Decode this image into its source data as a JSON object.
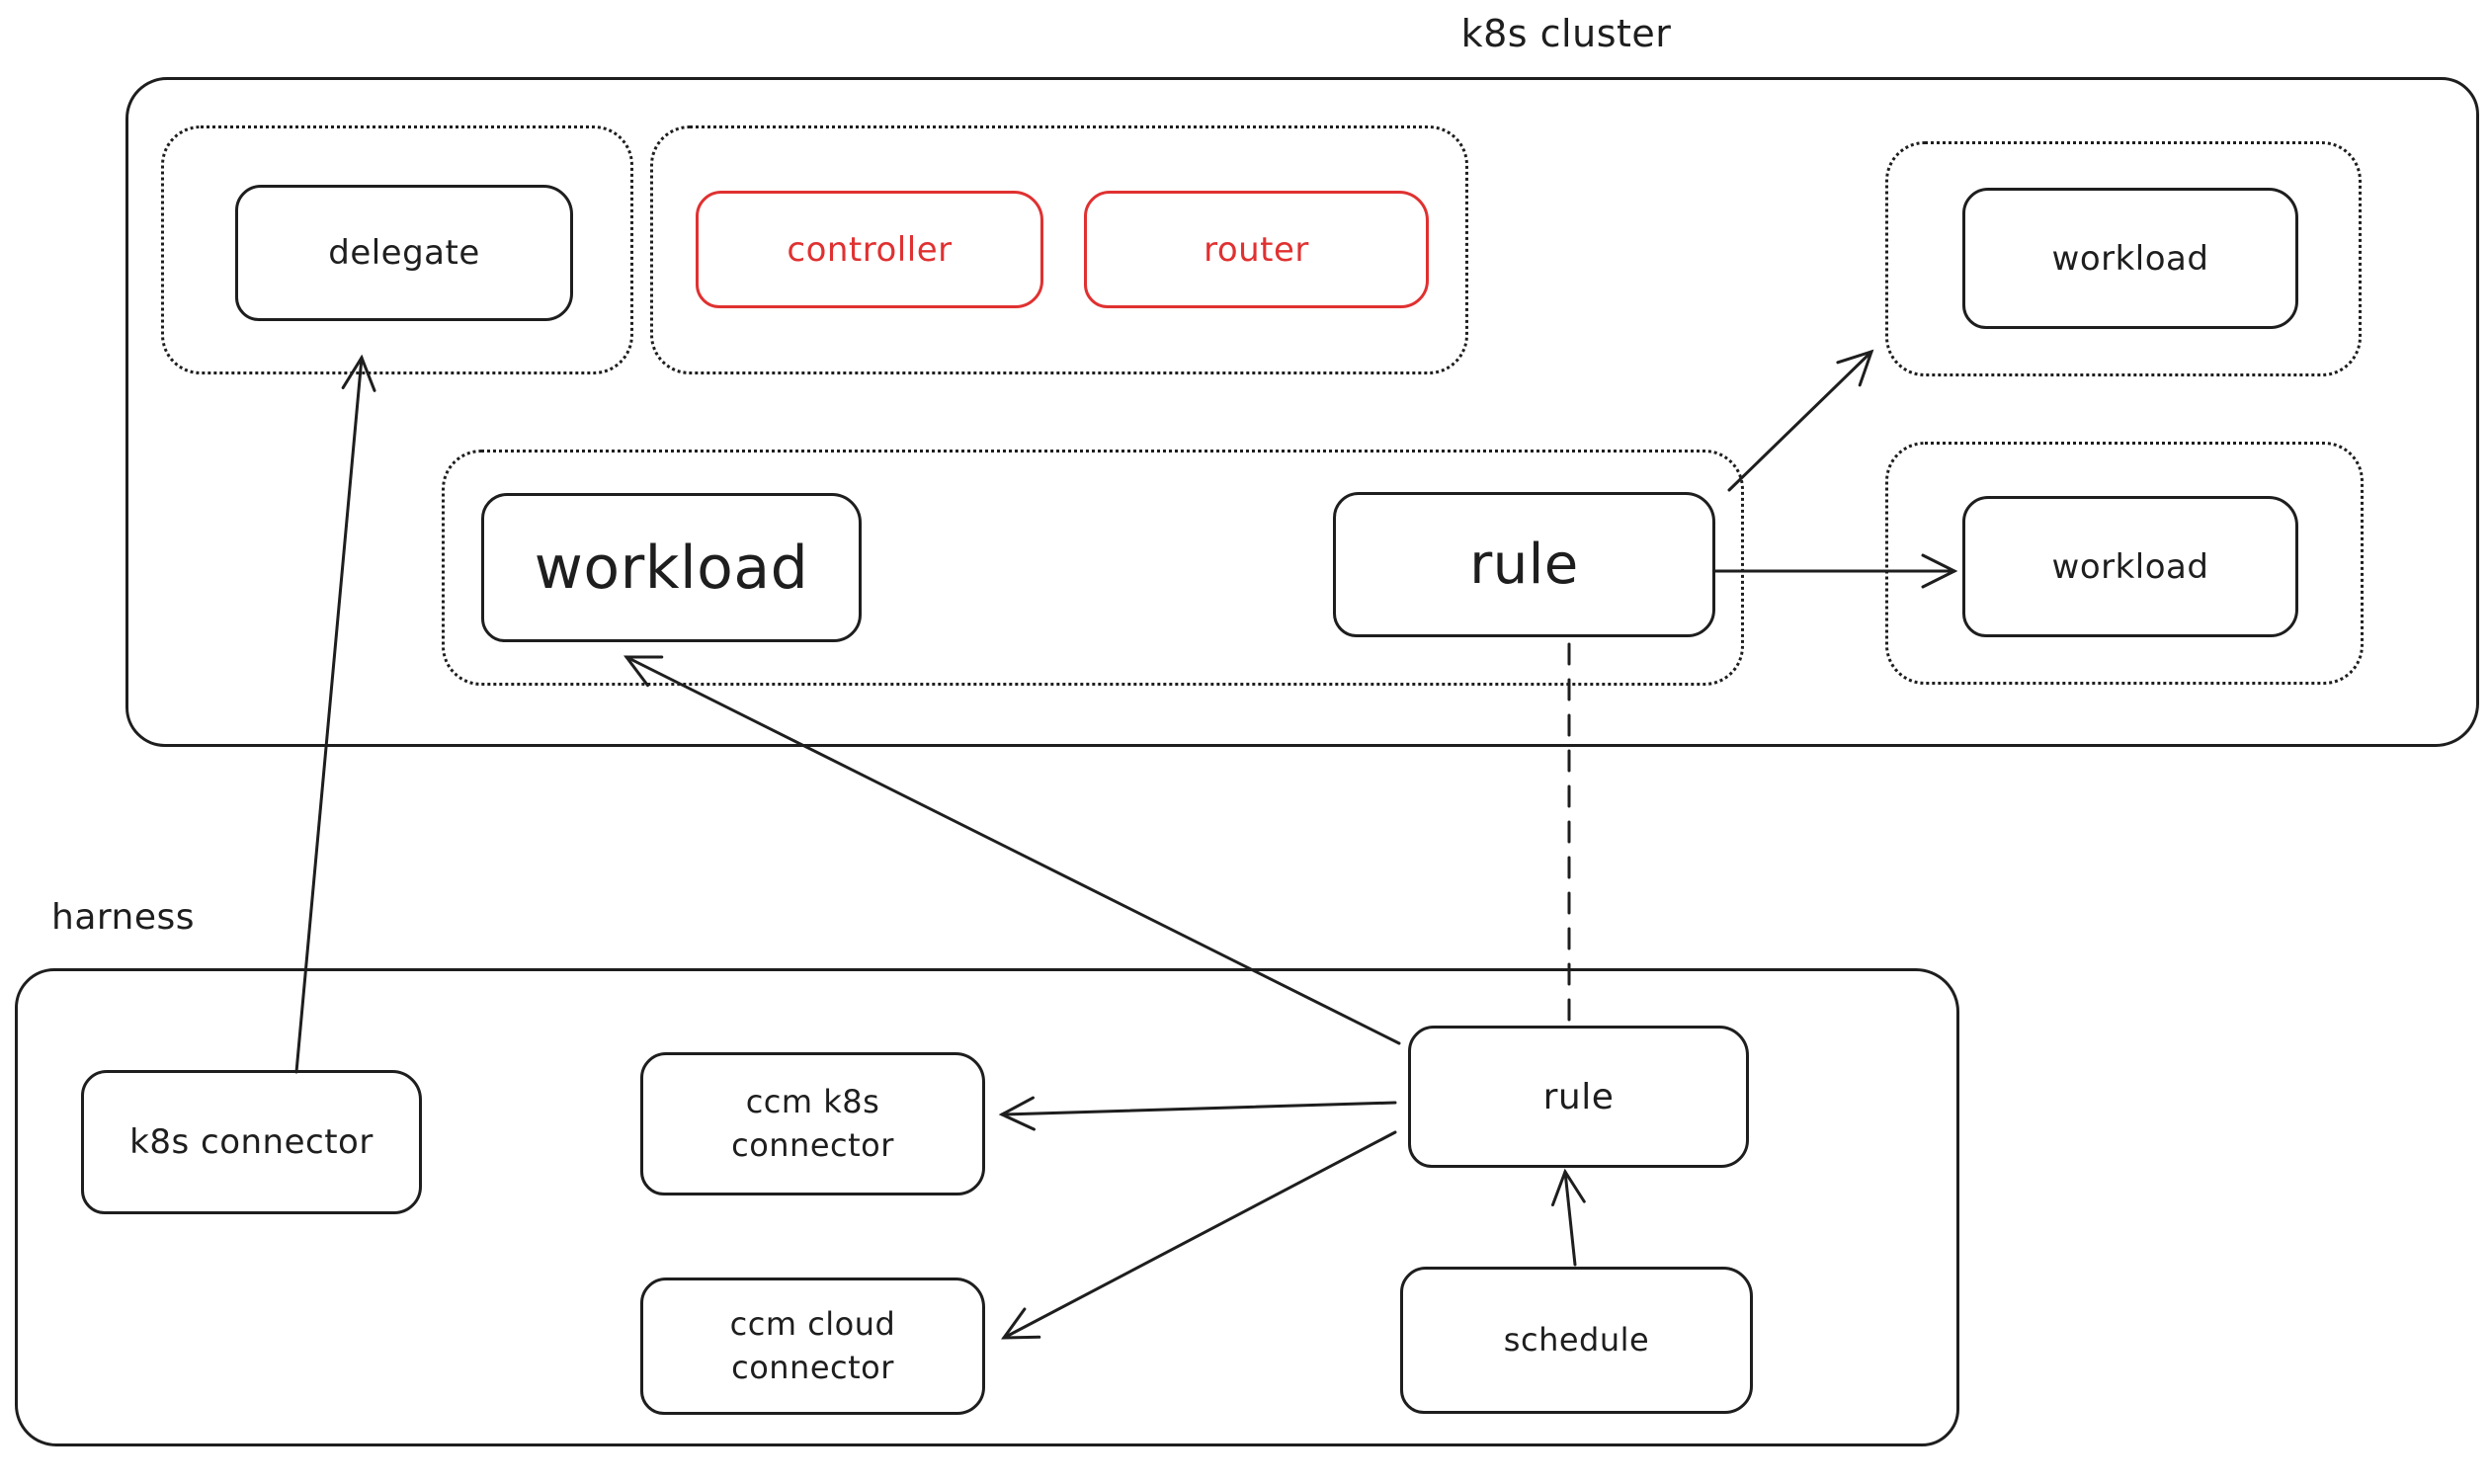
{
  "diagram": {
    "groups": {
      "k8s_cluster": {
        "label": "k8s cluster"
      },
      "harness": {
        "label": "harness"
      }
    },
    "nodes": {
      "delegate": {
        "label": "delegate"
      },
      "controller": {
        "label": "controller"
      },
      "router": {
        "label": "router"
      },
      "workload_top_right": {
        "label": "workload"
      },
      "workload_main": {
        "label": "workload"
      },
      "rule_k8s": {
        "label": "rule"
      },
      "workload_mid_right": {
        "label": "workload"
      },
      "k8s_connector": {
        "label": "k8s connector"
      },
      "ccm_k8s_connector": {
        "line1": "ccm k8s",
        "line2": "connector"
      },
      "ccm_cloud_connector": {
        "line1": "ccm cloud",
        "line2": "connector"
      },
      "rule_harness": {
        "label": "rule"
      },
      "schedule": {
        "label": "schedule"
      }
    },
    "colors": {
      "stroke": "#1e1e1e",
      "accent_red": "#e03131",
      "background": "#ffffff"
    }
  }
}
